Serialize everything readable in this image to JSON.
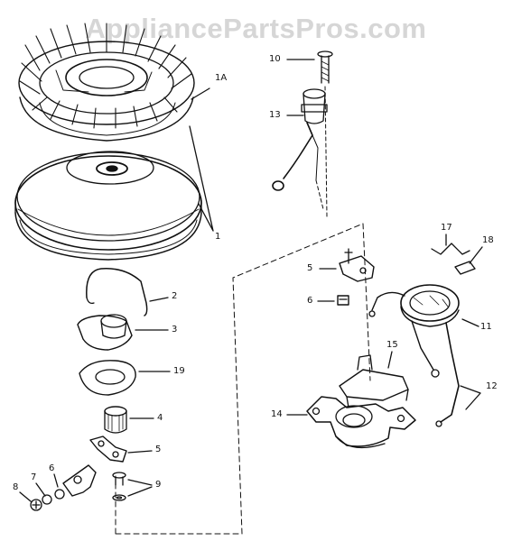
{
  "watermark": "AppliancePartsPros.com",
  "callouts": {
    "c1A": "1A",
    "c1": "1",
    "c2": "2",
    "c3": "3",
    "c19": "19",
    "c4": "4",
    "c5a": "5",
    "c9": "9",
    "c6a": "6",
    "c7": "7",
    "c8": "8",
    "c10": "10",
    "c13": "13",
    "c5b": "5",
    "c6b": "6",
    "c17": "17",
    "c18": "18",
    "c11": "11",
    "c15": "15",
    "c12": "12",
    "c14": "14"
  }
}
